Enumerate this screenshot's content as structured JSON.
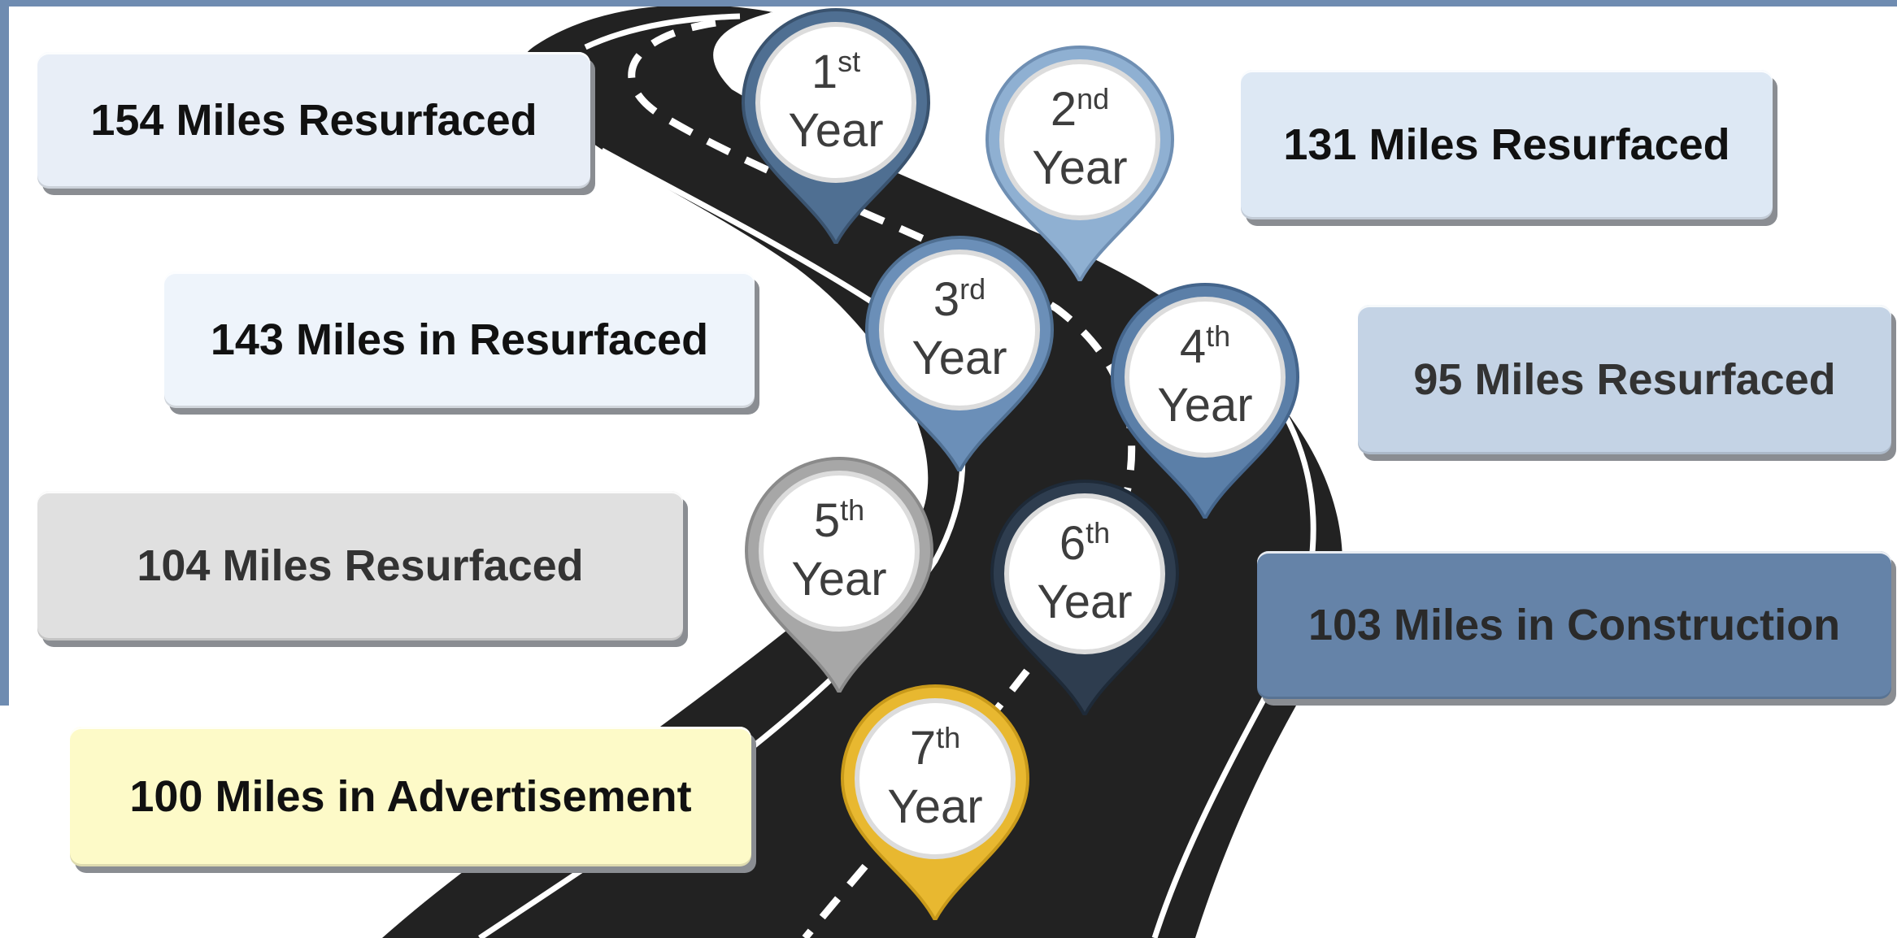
{
  "colors": {
    "frame": "#6f8cb1",
    "road": "#222222",
    "lane_marking": "#ffffff",
    "pin_dark_blue": "#4f6f92",
    "pin_light_blue": "#8fb0d2",
    "pin_mid_blue": "#6b8fb8",
    "pin_silver": "#a7a7a7",
    "pin_navy": "#2e3d4f",
    "pin_gold": "#e8b830"
  },
  "milestones": [
    {
      "num": "1",
      "suffix": "st",
      "year": "Year",
      "color": "#4f6f92",
      "summary": "154 Miles Resurfaced",
      "box_bg": "#e8eef7",
      "box_color": "#111111"
    },
    {
      "num": "2",
      "suffix": "nd",
      "year": "Year",
      "color": "#8fb0d2",
      "summary": "131 Miles Resurfaced",
      "box_bg": "#dde8f4",
      "box_color": "#111111"
    },
    {
      "num": "3",
      "suffix": "rd",
      "year": "Year",
      "color": "#6b8fb8",
      "summary": "143 Miles in Resurfaced",
      "box_bg": "#eef4fb",
      "box_color": "#111111"
    },
    {
      "num": "4",
      "suffix": "th",
      "year": "Year",
      "color": "#5b7fa8",
      "summary": "95 Miles Resurfaced",
      "box_bg": "#c4d3e5",
      "box_color": "#333333"
    },
    {
      "num": "5",
      "suffix": "th",
      "year": "Year",
      "color": "#a7a7a7",
      "summary": "104 Miles Resurfaced",
      "box_bg": "#e0e0e0",
      "box_color": "#333333"
    },
    {
      "num": "6",
      "suffix": "th",
      "year": "Year",
      "color": "#2e3d4f",
      "summary": "103 Miles in Construction",
      "box_bg": "#6583a8",
      "box_color": "#2a2a2a"
    },
    {
      "num": "7",
      "suffix": "th",
      "year": "Year",
      "color": "#e8b830",
      "summary": "100 Miles in Advertisement",
      "box_bg": "#fdfac8",
      "box_color": "#111111"
    }
  ]
}
